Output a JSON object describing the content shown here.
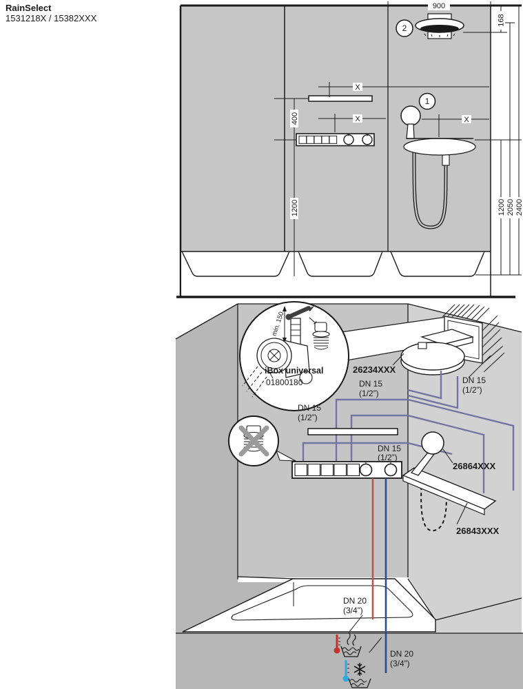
{
  "header": {
    "product": "RainSelect",
    "models": "1531218X / 15382XXX"
  },
  "top_diagram": {
    "callouts": {
      "hand_shower": "1",
      "overhead_shower": "2"
    },
    "dims": {
      "width_900": "900",
      "drop_168": "168",
      "x": "X",
      "gap_400": "400",
      "height_1200_left": "1200",
      "height_1200_right": "1200",
      "height_2050": "2050",
      "height_2400": "2400"
    }
  },
  "bottom_diagram": {
    "ibox": {
      "title": "iBox universal",
      "part_no": "01800180",
      "min_depth": "min. 150"
    },
    "parts": {
      "overhead_shower": "26234XXX",
      "hand_shower": "26864XXX",
      "shower_bar": "26843XXX"
    },
    "pipe_labels": {
      "dn15_line1": "DN 15",
      "dn15_line2": "(1/2”)",
      "dn20_line1": "DN 20",
      "dn20_line2": "(3/4”)"
    }
  },
  "colors": {
    "wall_gray": "#c6c6c6",
    "pipe_purple": "#7474a2",
    "hot_red": "#b9544c",
    "cold_blue": "#2b4d8c",
    "thermo_hot": "#c0332e",
    "thermo_cold": "#2fa8e0"
  }
}
